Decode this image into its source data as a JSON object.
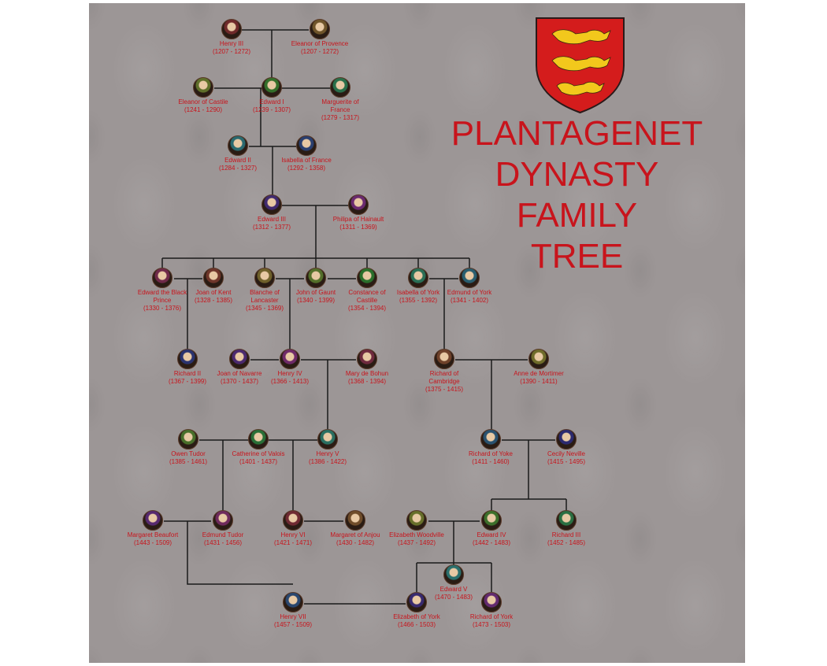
{
  "title_lines": [
    "PLANTAGENET",
    "DYNASTY",
    "FAMILY",
    "TREE"
  ],
  "colors": {
    "text": "#c8141c",
    "background": "#9c9696",
    "line": "#1a1a1a",
    "shield_red": "#d41c1c",
    "shield_gold": "#f2c81c"
  },
  "icons": {
    "shield": "three-lions-shield-icon",
    "portrait": "portrait-icon"
  },
  "people": [
    {
      "id": "henry-iii",
      "name": "Henry III",
      "dates": "(1207 - 1272)"
    },
    {
      "id": "eleanor-of-provence",
      "name": "Eleanor of Provence",
      "dates": "(1207 - 1272)"
    },
    {
      "id": "eleanor-of-castile",
      "name": "Eleanor of Castile",
      "dates": "(1241 - 1290)"
    },
    {
      "id": "edward-i",
      "name": "Edward I",
      "dates": "(1239 - 1307)"
    },
    {
      "id": "marguerite-of-france",
      "name": "Marguerite of France",
      "dates": "(1279 - 1317)"
    },
    {
      "id": "edward-ii",
      "name": "Edward II",
      "dates": "(1284 - 1327)"
    },
    {
      "id": "isabella-of-france",
      "name": "Isabella of France",
      "dates": "(1292 - 1358)"
    },
    {
      "id": "edward-iii",
      "name": "Edward III",
      "dates": "(1312 - 1377)"
    },
    {
      "id": "philipa-of-hainault",
      "name": "Philipa of Hainault",
      "dates": "(1311 - 1369)"
    },
    {
      "id": "edward-black-prince",
      "name": "Edward the Black Prince",
      "dates": "(1330 - 1376)"
    },
    {
      "id": "joan-of-kent",
      "name": "Joan of Kent",
      "dates": "(1328 - 1385)"
    },
    {
      "id": "blanche-of-lancaster",
      "name": "Blanche of Lancaster",
      "dates": "(1345 - 1369)"
    },
    {
      "id": "john-of-gaunt",
      "name": "John of Gaunt",
      "dates": "(1340 - 1399)"
    },
    {
      "id": "constance-of-castille",
      "name": "Constance of Castille",
      "dates": "(1354 - 1394)"
    },
    {
      "id": "isabella-of-york",
      "name": "Isabella of York",
      "dates": "(1355 - 1392)"
    },
    {
      "id": "edmund-of-york",
      "name": "Edmund of York",
      "dates": "(1341 - 1402)"
    },
    {
      "id": "richard-ii",
      "name": "Richard II",
      "dates": "(1367 - 1399)"
    },
    {
      "id": "joan-of-navarre",
      "name": "Joan of Navarre",
      "dates": "(1370 - 1437)"
    },
    {
      "id": "henry-iv",
      "name": "Henry IV",
      "dates": "(1366 - 1413)"
    },
    {
      "id": "mary-de-bohun",
      "name": "Mary de Bohun",
      "dates": "(1368 - 1394)"
    },
    {
      "id": "richard-of-cambridge",
      "name": "Richard of Cambridge",
      "dates": "(1375 - 1415)"
    },
    {
      "id": "anne-de-mortimer",
      "name": "Anne de Mortimer",
      "dates": "(1390 - 1411)"
    },
    {
      "id": "owen-tudor",
      "name": "Owen Tudor",
      "dates": "(1385 - 1461)"
    },
    {
      "id": "catherine-of-valois",
      "name": "Catherine of Valois",
      "dates": "(1401 - 1437)"
    },
    {
      "id": "henry-v",
      "name": "Henry V",
      "dates": "(1386 - 1422)"
    },
    {
      "id": "richard-of-yoke",
      "name": "Richard of Yoke",
      "dates": "(1411 - 1460)"
    },
    {
      "id": "cecily-neville",
      "name": "Cecily Neville",
      "dates": "(1415 - 1495)"
    },
    {
      "id": "margaret-beaufort",
      "name": "Margaret Beaufort",
      "dates": "(1443 - 1509)"
    },
    {
      "id": "edmund-tudor",
      "name": "Edmund Tudor",
      "dates": "(1431 - 1456)"
    },
    {
      "id": "henry-vi",
      "name": "Henry VI",
      "dates": "(1421 - 1471)"
    },
    {
      "id": "margaret-of-anjou",
      "name": "Margaret of Anjou",
      "dates": "(1430 - 1482)"
    },
    {
      "id": "elizabeth-woodville",
      "name": "Elizabeth Woodville",
      "dates": "(1437 - 1492)"
    },
    {
      "id": "edward-iv",
      "name": "Edward IV",
      "dates": "(1442 - 1483)"
    },
    {
      "id": "richard-iii",
      "name": "Richard III",
      "dates": "(1452 - 1485)"
    },
    {
      "id": "edward-v",
      "name": "Edward V",
      "dates": "(1470 - 1483)"
    },
    {
      "id": "henry-vii",
      "name": "Henry VII",
      "dates": "(1457 - 1509)"
    },
    {
      "id": "elizabeth-of-york",
      "name": "Elizabeth of York",
      "dates": "(1466 - 1503)"
    },
    {
      "id": "richard-of-york",
      "name": "Richard of York",
      "dates": "(1473 - 1503)"
    }
  ]
}
